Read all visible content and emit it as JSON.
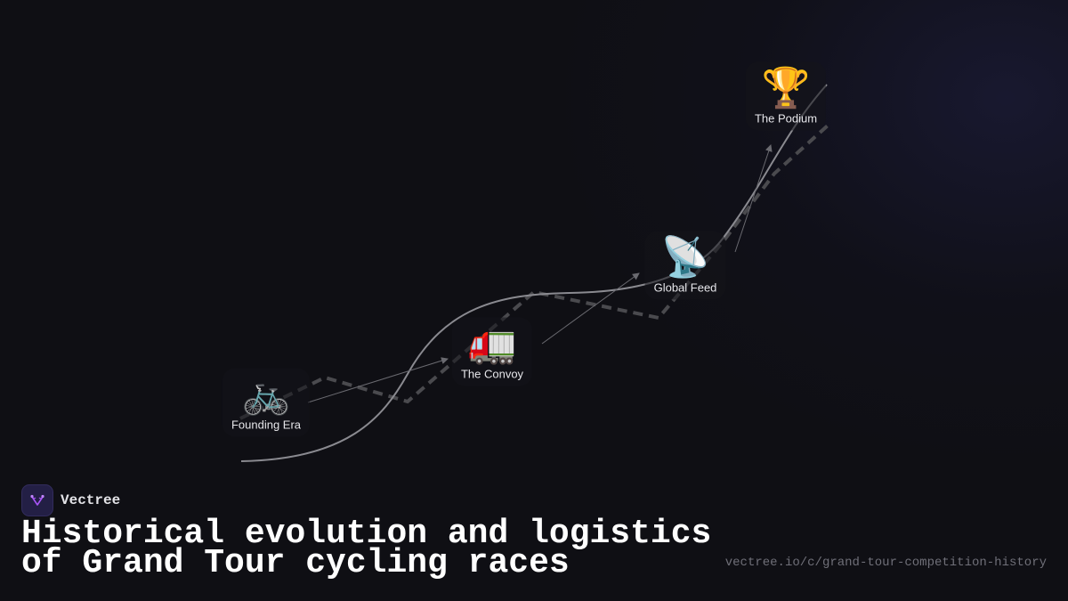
{
  "brand": {
    "name": "Vectree",
    "logo_icon": "vectree-fork-icon",
    "logo_color": "#a855f7"
  },
  "title": {
    "line1": "Historical evolution and logistics",
    "line2": "of Grand Tour cycling races"
  },
  "url": "vectree.io/c/grand-tour-competition-history",
  "nodes": [
    {
      "label": "Founding Era",
      "icon": "bicycle-icon",
      "glyph": "🚲"
    },
    {
      "label": "The Convoy",
      "icon": "delivery-truck-icon",
      "glyph": "🚛"
    },
    {
      "label": "Global Feed",
      "icon": "satellite-dish-icon",
      "glyph": "📡"
    },
    {
      "label": "The Podium",
      "icon": "trophy-icon",
      "glyph": "🏆"
    }
  ],
  "colors": {
    "background": "#0f0f14",
    "curve": "#8a8a90",
    "dashed": "#4a4a4e",
    "arrow": "#6a6a70",
    "label_text": "#e6e6ea",
    "url_text": "#6f6f78"
  }
}
